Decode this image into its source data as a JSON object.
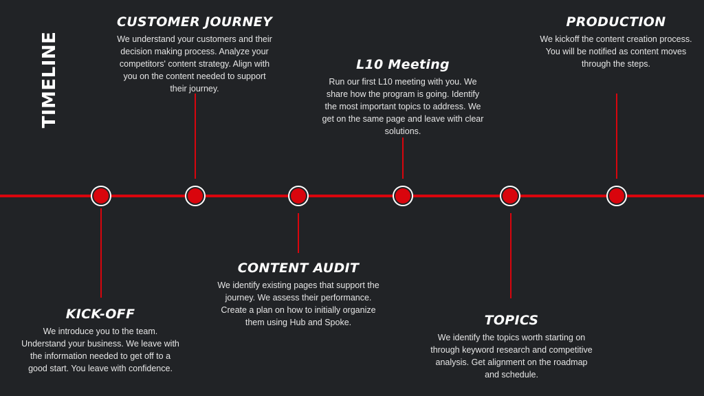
{
  "side_title": "TIMELINE",
  "colors": {
    "background": "#212326",
    "accent": "#d9050d",
    "text": "#ffffff"
  },
  "milestones": [
    {
      "title": "KICK-OFF",
      "text": "We introduce you to the team. Understand your business. We leave with the information needed to get off to a good start. You leave with confidence."
    },
    {
      "title": "CUSTOMER JOURNEY",
      "text": "We understand your customers and their decision making process. Analyze your competitors' content strategy. Align with you on the content needed to support their journey."
    },
    {
      "title": "CONTENT AUDIT",
      "text": "We identify existing pages that support the journey. We assess their performance. Create a plan on how to initially organize them using Hub and Spoke."
    },
    {
      "title": "L10 Meeting",
      "text": "Run our first L10 meeting with you. We share how the program is going. Identify the most important topics to address. We get on the same page and leave with clear solutions."
    },
    {
      "title": "TOPICS",
      "text": "We identify the topics worth starting on through keyword research and competitive analysis. Get alignment on the roadmap and schedule."
    },
    {
      "title": "PRODUCTION",
      "text": "We kickoff the content creation process. You will be notified as content moves through the steps."
    }
  ]
}
